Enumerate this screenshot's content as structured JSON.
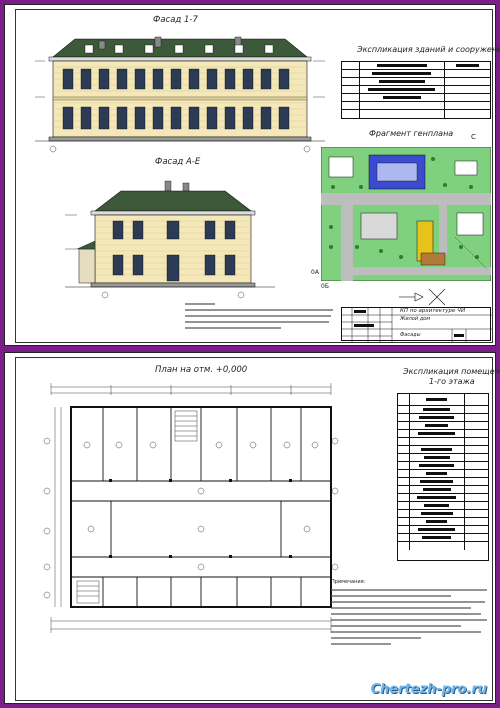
{
  "sheet1": {
    "facade_1_7": "Фасад 1-7",
    "facade_a_e": "Фасад А-Е",
    "buildings_table_title": "Экспликация зданий и сооружений",
    "genplan_title": "Фрагмент генплана",
    "axis_labels": [
      "С",
      "0А",
      "0Б"
    ],
    "stamp_title": "КП по архитектуре ЧИ",
    "stamp_subtitle": "Жилой дом",
    "stamp_sheet": "Фасады"
  },
  "sheet2": {
    "plan_title": "План на отм. +0,000",
    "rooms_table_title": "Экспликация помещений",
    "rooms_table_subtitle": "1-го этажа",
    "notes_title": "Примечания:"
  },
  "watermark": "Chertezh-pro.ru",
  "colors": {
    "background": "#7a1f8a",
    "roof": "#3c5a3a",
    "wall": "#f4e7b8",
    "genplan_green": "#7fd07f",
    "genplan_road": "#bdbdbd",
    "building_blue": "#3a4bd0",
    "building_yellow": "#e6c21a",
    "watermark": "#6fb6e8"
  }
}
